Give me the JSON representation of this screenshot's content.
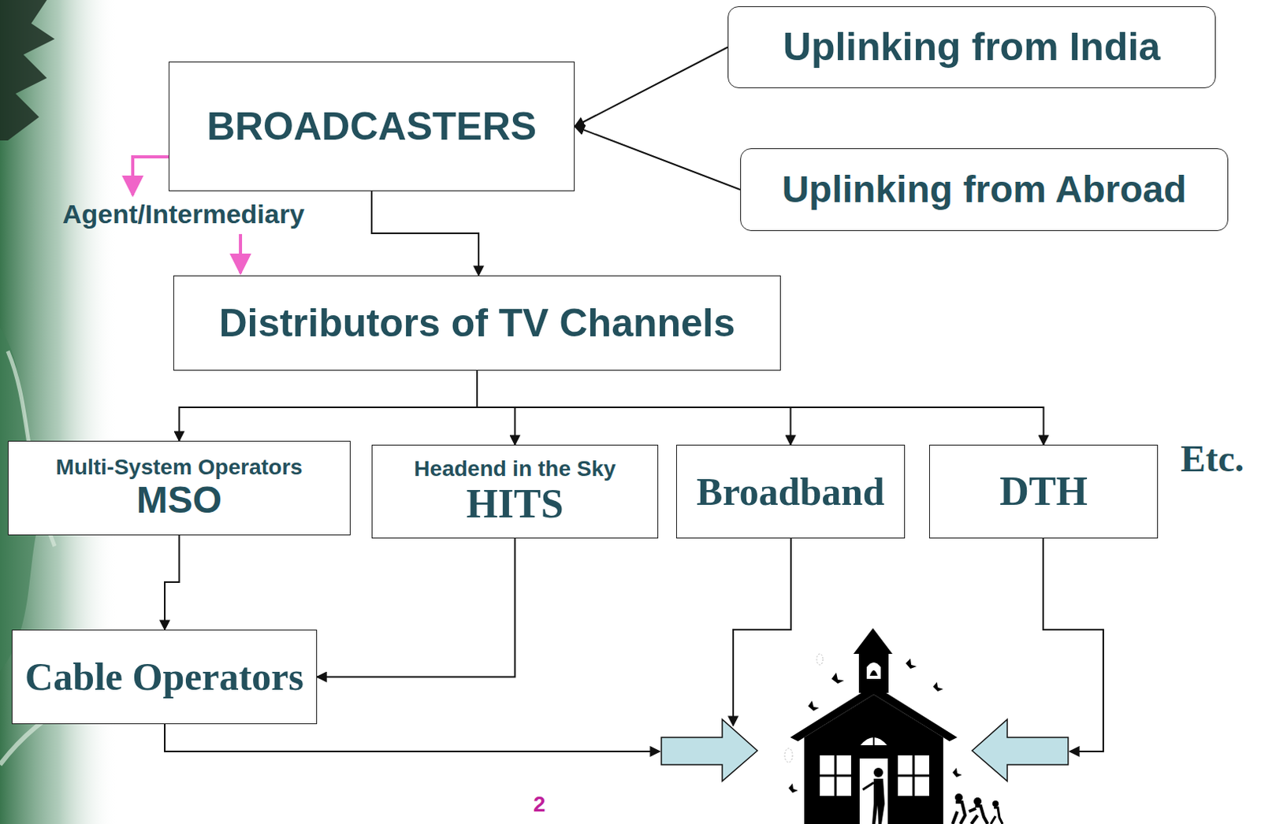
{
  "diagram": {
    "nodes": [
      {
        "text": [
          "Uplinking from India"
        ]
      },
      {
        "text": [
          "BROADCASTERS"
        ]
      },
      {
        "text": [
          "Uplinking from Abroad"
        ]
      },
      {
        "text": [
          "Distributors of TV Channels"
        ]
      },
      {
        "text": [
          "Multi-System Operators",
          "MSO"
        ]
      },
      {
        "text": [
          "Headend in the Sky",
          "HITS"
        ]
      },
      {
        "text": [
          "Broadband"
        ]
      },
      {
        "text": [
          "DTH"
        ]
      },
      {
        "text": [
          "Cable Operators"
        ]
      }
    ],
    "edges": [
      {
        "from": 0,
        "to": 1,
        "arrow": "to"
      },
      {
        "from": 2,
        "to": 1,
        "arrow": "to"
      },
      {
        "from": 1,
        "to": 3,
        "arrow": "to"
      },
      {
        "from": 3,
        "to": 4,
        "arrow": "to"
      },
      {
        "from": 3,
        "to": 5,
        "arrow": "to"
      },
      {
        "from": 3,
        "to": 6,
        "arrow": "to"
      },
      {
        "from": 3,
        "to": 7,
        "arrow": "to"
      },
      {
        "from": 4,
        "to": 8,
        "arrow": "to"
      },
      {
        "from": 5,
        "to": 8,
        "arrow": "to"
      }
    ],
    "labels": [
      "Agent/Intermediary",
      "Etc.",
      "2"
    ]
  }
}
